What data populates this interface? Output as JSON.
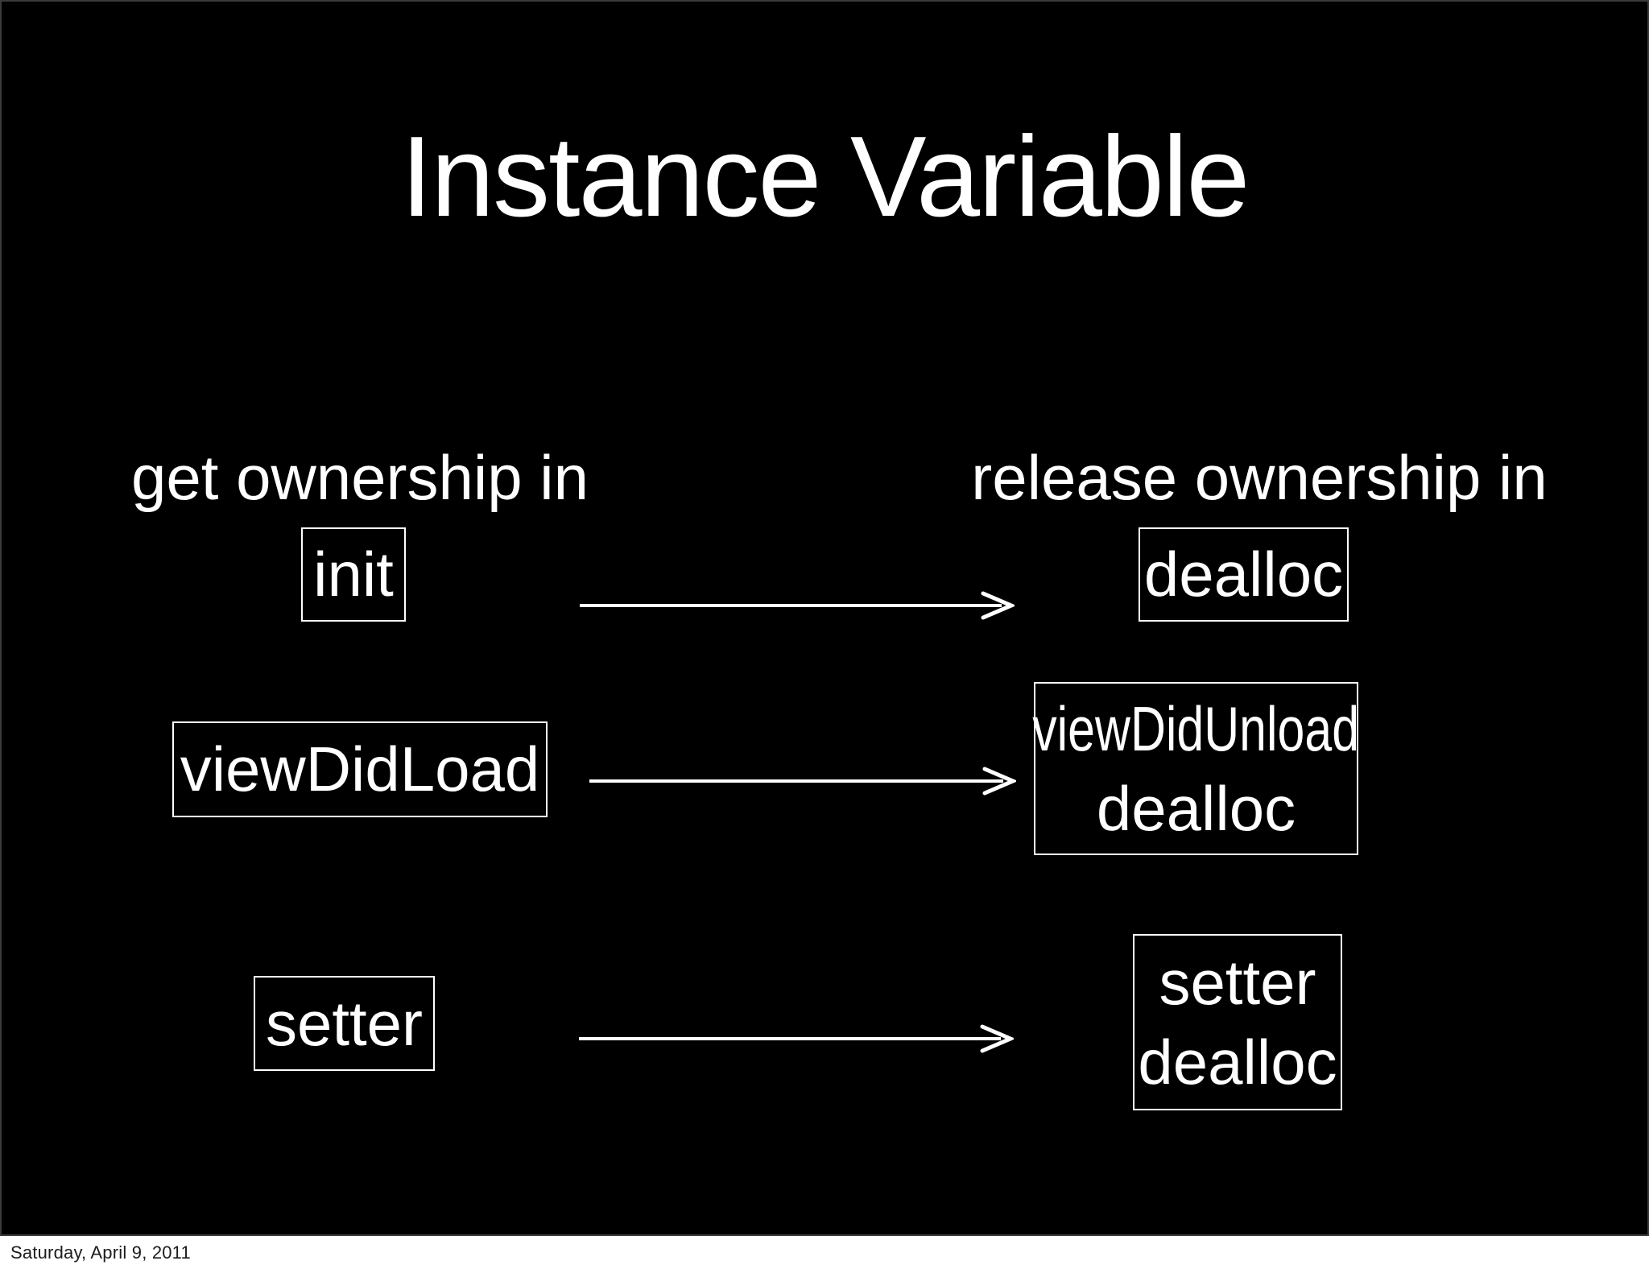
{
  "slide": {
    "title": "Instance Variable",
    "left_heading": "get ownership in",
    "right_heading": "release ownership in",
    "rows": [
      {
        "left": "init",
        "right_lines": [
          "dealloc"
        ]
      },
      {
        "left": "viewDidLoad",
        "right_lines": [
          "viewDidUnload",
          "dealloc"
        ]
      },
      {
        "left": "setter",
        "right_lines": [
          "setter",
          "dealloc"
        ]
      }
    ],
    "colors": {
      "background": "#000000",
      "text": "#ffffff",
      "box_border": "#ffffff",
      "arrow": "#ffffff",
      "footer_background": "#ffffff",
      "footer_text": "#1c1c1c"
    }
  },
  "footer": {
    "date": "Saturday, April 9, 2011"
  }
}
